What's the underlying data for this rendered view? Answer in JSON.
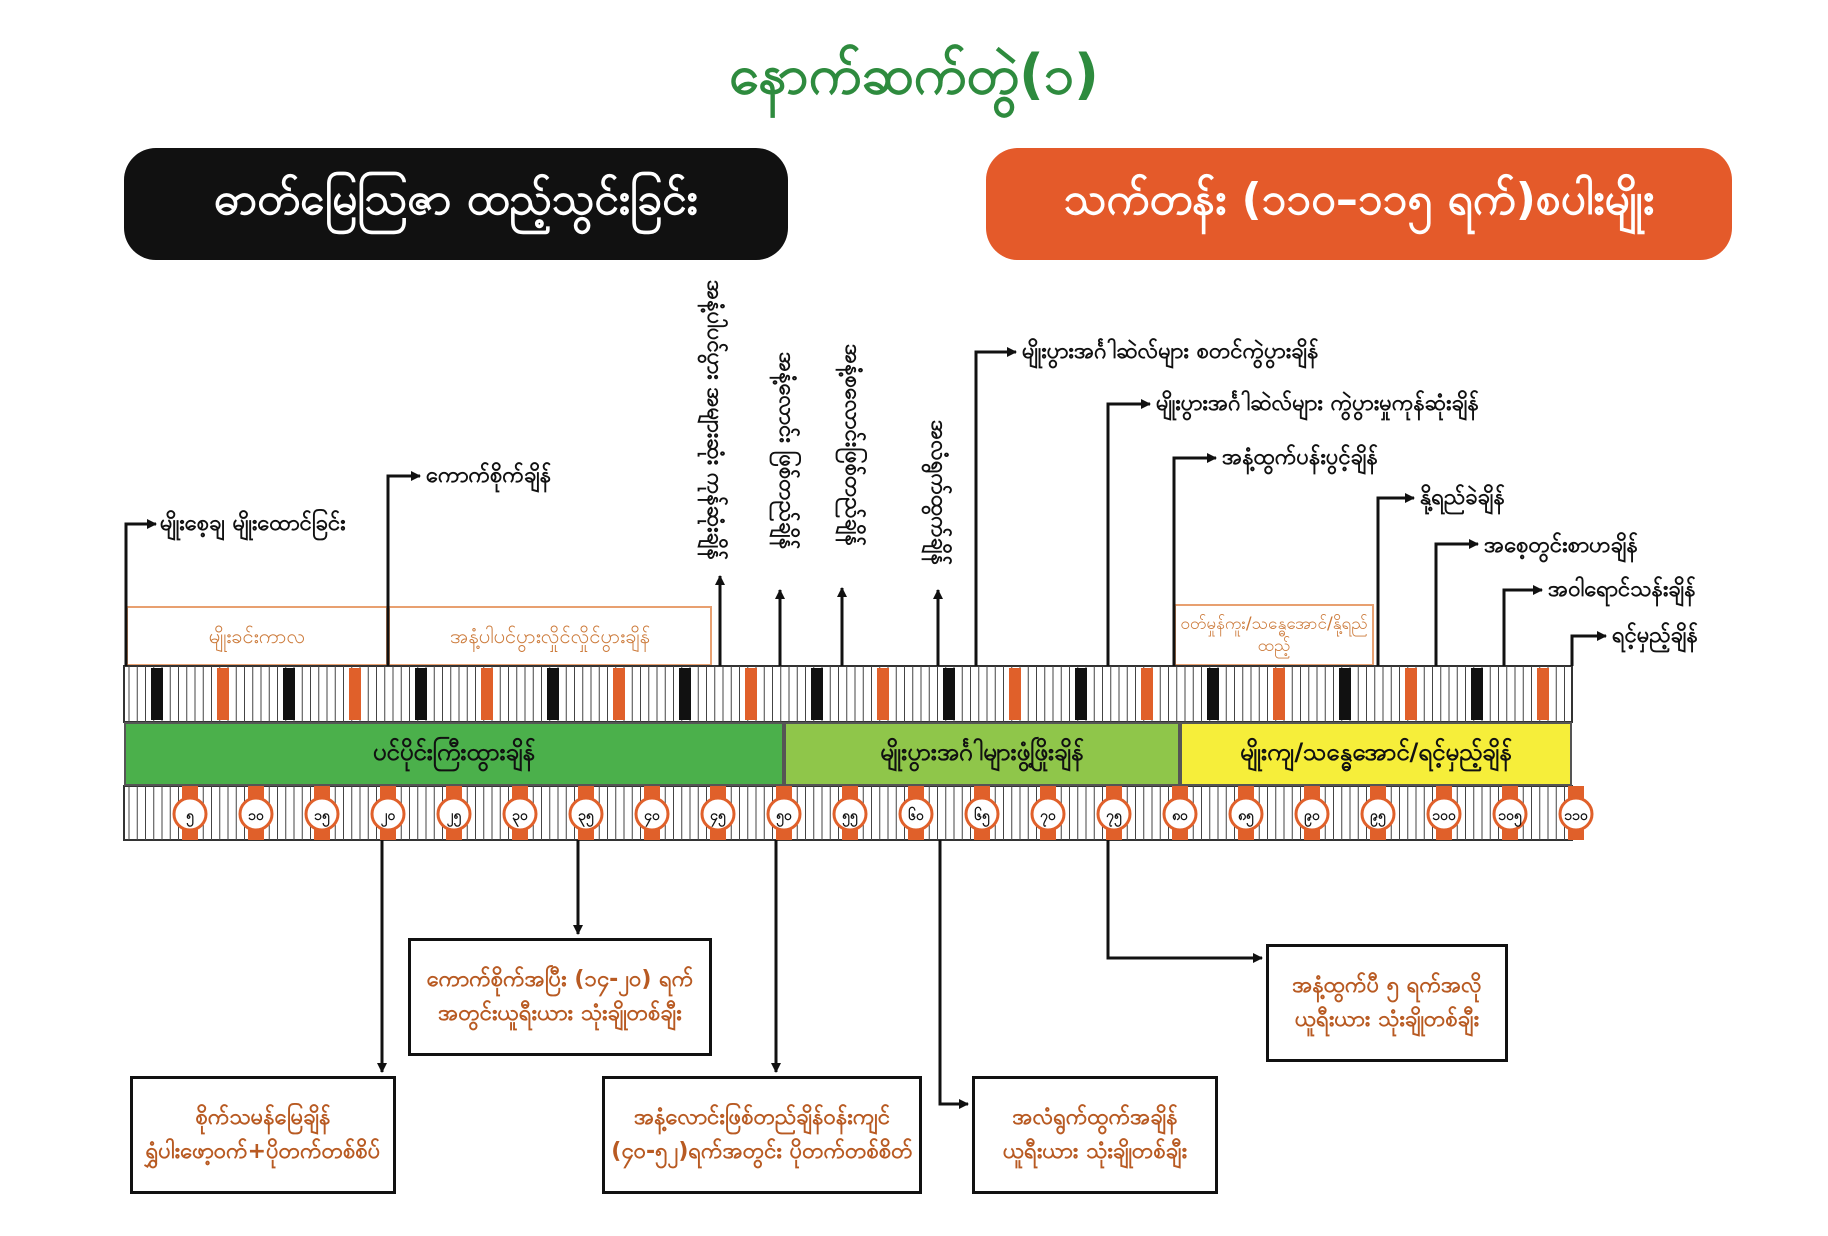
{
  "title": "နောက်ဆက်တွဲ(၁)",
  "colors": {
    "title": "#2e8b3e",
    "header_left": "#111111",
    "header_right": "#e45a2a",
    "band_green": "#4bb04b",
    "band_lightgreen": "#8fc64a",
    "band_yellow": "#f6ee3a",
    "text_brown": "#b85a22",
    "label_orange": "#cc7a3a",
    "tick_orange": "#e0602a"
  },
  "headers": {
    "left": "ဓာတ်မြေသြဇာ ထည့်သွင်းခြင်း",
    "right": "သက်တန်း (၁၁၀–၁၁၅ ရက်)စပါးမျိုး"
  },
  "bands": [
    "ပင်ပိုင်းကြီးထွားချိန်",
    "မျိုးပွားအင်္ဂါများဖွံ့ဖြိုးချိန်",
    "မျိုးကျ/သန္ဓေအောင်/ရင့်မှည့်ချိန်"
  ],
  "phase_labels": [
    "မျိုးခင်းကာလ",
    "အနံ့ပါပင်ပွားလှိုင်လှိုင်ပွားချိန်",
    "ဝတ်မှုန်ကူး/သန္ဓေအောင်/နို့ရည်ထည့်"
  ],
  "day_ticks": [
    "၅",
    "၁၀",
    "၁၅",
    "၂၀",
    "၂၅",
    "၃၀",
    "၃၅",
    "၄၀",
    "၄၅",
    "၅၀",
    "၅၅",
    "၆၀",
    "၆၅",
    "၇၀",
    "၇၅",
    "၈၀",
    "၈၅",
    "၉၀",
    "၉၅",
    "၁၀၀",
    "၁၀၅",
    "၁၁၀"
  ],
  "events_horizontal": [
    "မျိုးစေ့ချ မျိုးထောင်ခြင်း",
    "ကောက်စိုက်ချိန်",
    "မျိုးပွားအင်္ဂါဆဲလ်များ စတင်ကွဲပွားချိန်",
    "မျိုးပွားအင်္ဂါဆဲလ်များ ကွဲပွားမှုကုန်ဆုံးချိန်",
    "အနံ့ထွက်ပန်းပွင့်ချိန်",
    "နို့ရည်ခဲချိန်",
    "အစေ့တွင်းစာဟချိန်",
    "အဝါရောင်သန်းချိန်",
    "ရင့်မှည့်ချိန်"
  ],
  "events_vertical": [
    "အနံ့ပါပင်ပွား အများဆုံး ကုန်ဆုံးချိန်",
    "အနံ့လောင်း ဖြစ်တည်ချိန်",
    "အနံ့စလောင်းဖြစ်တည်ချိန်",
    "အလံရွက်ထွက်ချိန်"
  ],
  "boxes": [
    [
      "ကောက်စိုက်အပြီး (၁၄-၂၀) ရက်",
      "အတွင်းယူရီးယား သုံးချိုတစ်ချီး"
    ],
    [
      "စိုက်သမန်မြေချိန်",
      "ရွှံပါးဖော့ဝက်+ပိုတက်တစ်စိပ်"
    ],
    [
      "အနံ့လောင်းဖြစ်တည်ချိန်ဝန်းကျင်",
      "(၄၀-၅၂)ရက်အတွင်း ပိုတက်တစ်စိတ်"
    ],
    [
      "အလံရွက်ထွက်အချိန်",
      "ယူရီးယား သုံးချိုတစ်ချီး"
    ],
    [
      "အနံ့ထွက်ပီ ၅ ရက်အလို",
      "ယူရီးယား သုံးချိုတစ်ချီး"
    ]
  ]
}
